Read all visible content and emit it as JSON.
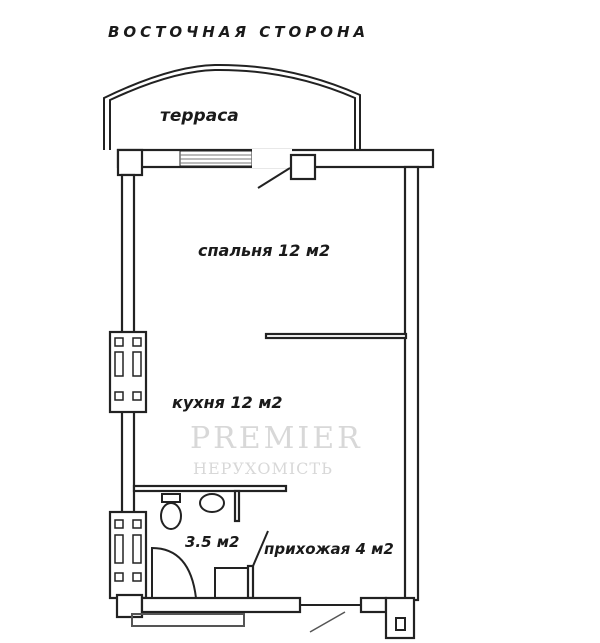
{
  "title": "ВОСТОЧНАЯ СТОРОНА",
  "rooms": {
    "terrace": "терраса",
    "bedroom": "спальня 12 м2",
    "kitchen": "кухня 12 м2",
    "bathroom": "3.5 м2",
    "hallway": "прихожая 4 м2"
  },
  "watermark": {
    "brand": "PREMIER",
    "subtitle": "НЕРУХОМІСТЬ"
  },
  "colors": {
    "line": "#222222",
    "background": "#ffffff"
  }
}
